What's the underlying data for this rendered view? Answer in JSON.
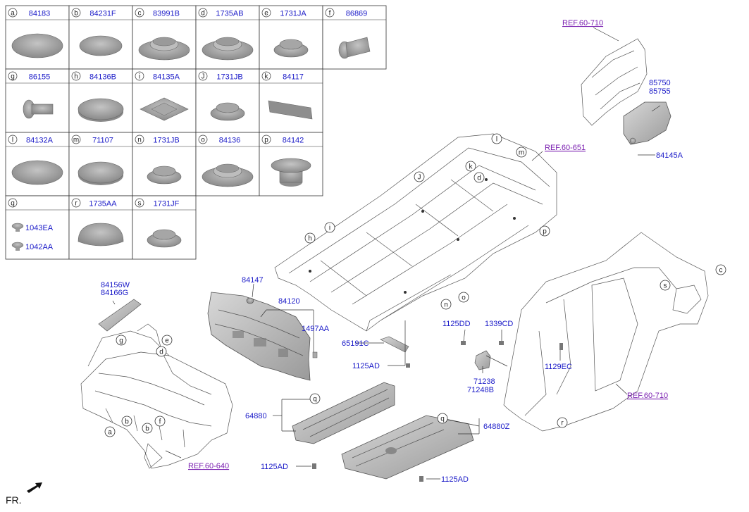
{
  "grid": {
    "cells": [
      {
        "letter": "a",
        "part": "84183",
        "shape": "disc"
      },
      {
        "letter": "b",
        "part": "84231F",
        "shape": "disc-small"
      },
      {
        "letter": "c",
        "part": "83991B",
        "shape": "grommet-wide"
      },
      {
        "letter": "d",
        "part": "1735AB",
        "shape": "grommet-wide"
      },
      {
        "letter": "e",
        "part": "1731JA",
        "shape": "grommet-cup"
      },
      {
        "letter": "f",
        "part": "86869",
        "shape": "clip"
      },
      {
        "letter": "g",
        "part": "86155",
        "shape": "clip-side"
      },
      {
        "letter": "h",
        "part": "84136B",
        "shape": "dome"
      },
      {
        "letter": "i",
        "part": "84135A",
        "shape": "square-plug"
      },
      {
        "letter": "J",
        "part": "1731JB",
        "shape": "grommet-cup"
      },
      {
        "letter": "k",
        "part": "84117",
        "shape": "pad"
      },
      {
        "letter": "l",
        "part": "84132A",
        "shape": "disc"
      },
      {
        "letter": "m",
        "part": "71107",
        "shape": "dome"
      },
      {
        "letter": "n",
        "part": "1731JB",
        "shape": "grommet-cup"
      },
      {
        "letter": "o",
        "part": "84136",
        "shape": "grommet-wide"
      },
      {
        "letter": "p",
        "part": "84142",
        "shape": "plug-tall"
      },
      {
        "letter": "q",
        "part": "",
        "shape": "screws",
        "sub": [
          "1043EA",
          "1042AA"
        ]
      },
      {
        "letter": "r",
        "part": "1735AA",
        "shape": "dome-tall"
      },
      {
        "letter": "s",
        "part": "1731JF",
        "shape": "grommet-cup"
      }
    ]
  },
  "labels": {
    "p84156W": "84156W",
    "p84166G": "84166G",
    "p84147": "84147",
    "p84120": "84120",
    "p1497AA": "1497AA",
    "p65191C": "65191C",
    "p1125AD_a": "1125AD",
    "p1125DD": "1125DD",
    "p1339CD": "1339CD",
    "p71238": "71238",
    "p71248B": "71248B",
    "p64880": "64880",
    "p64880Z": "64880Z",
    "p1125AD_b": "1125AD",
    "p1125AD_c": "1125AD",
    "p1129EC": "1129EC",
    "p85750": "85750",
    "p85755": "85755",
    "p84145A": "84145A"
  },
  "refs": {
    "r1": "REF.60-710",
    "r2": "REF.60-651",
    "r3": "REF.60-710",
    "r4": "REF.60-640"
  },
  "callouts": [
    "l",
    "m",
    "k",
    "d",
    "J",
    "i",
    "h",
    "p",
    "n",
    "o",
    "c",
    "s",
    "r",
    "g",
    "e",
    "d",
    "a",
    "b",
    "b",
    "f",
    "q",
    "q"
  ],
  "footer": {
    "fr": "FR."
  },
  "colors": {
    "part_number": "#1a1ac8",
    "ref": "#7a1fb0",
    "part_fill": "#9e9e9e"
  }
}
